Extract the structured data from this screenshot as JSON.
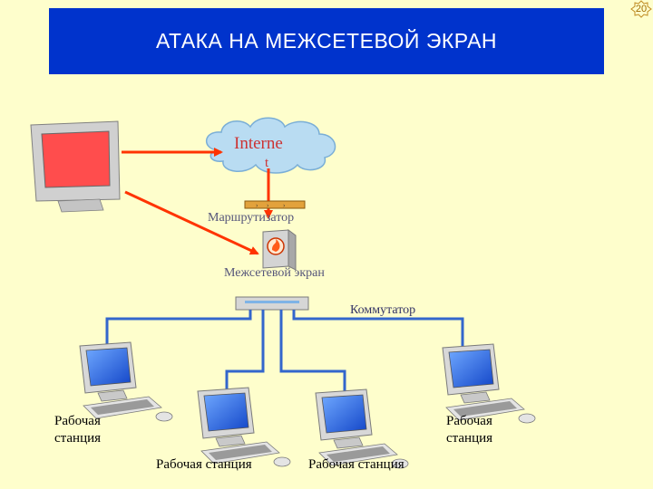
{
  "slide_number": "20",
  "title": "АТАКА НА МЕЖСЕТЕВОЙ ЭКРАН",
  "diagram": {
    "internet_label": "Interne",
    "internet_label_cont": "t",
    "router_label": "Маршрутизатор",
    "firewall_label": "Межсетевой экран",
    "switch_label": "Коммутатор",
    "workstation_left_line1": "Рабочая",
    "workstation_left_line2": "станция",
    "workstation_right_line1": "Рабочая",
    "workstation_right_line2": "станция",
    "workstation_mid_left": "Рабочая станция",
    "workstation_mid_right": "Рабочая станция"
  },
  "colors": {
    "background": "#fefecc",
    "title_bar": "#0033cc",
    "attack_arrow": "#ff3300",
    "network_line": "#3366cc",
    "cloud": "#b9dcf2",
    "internet_text": "#cc3333"
  }
}
